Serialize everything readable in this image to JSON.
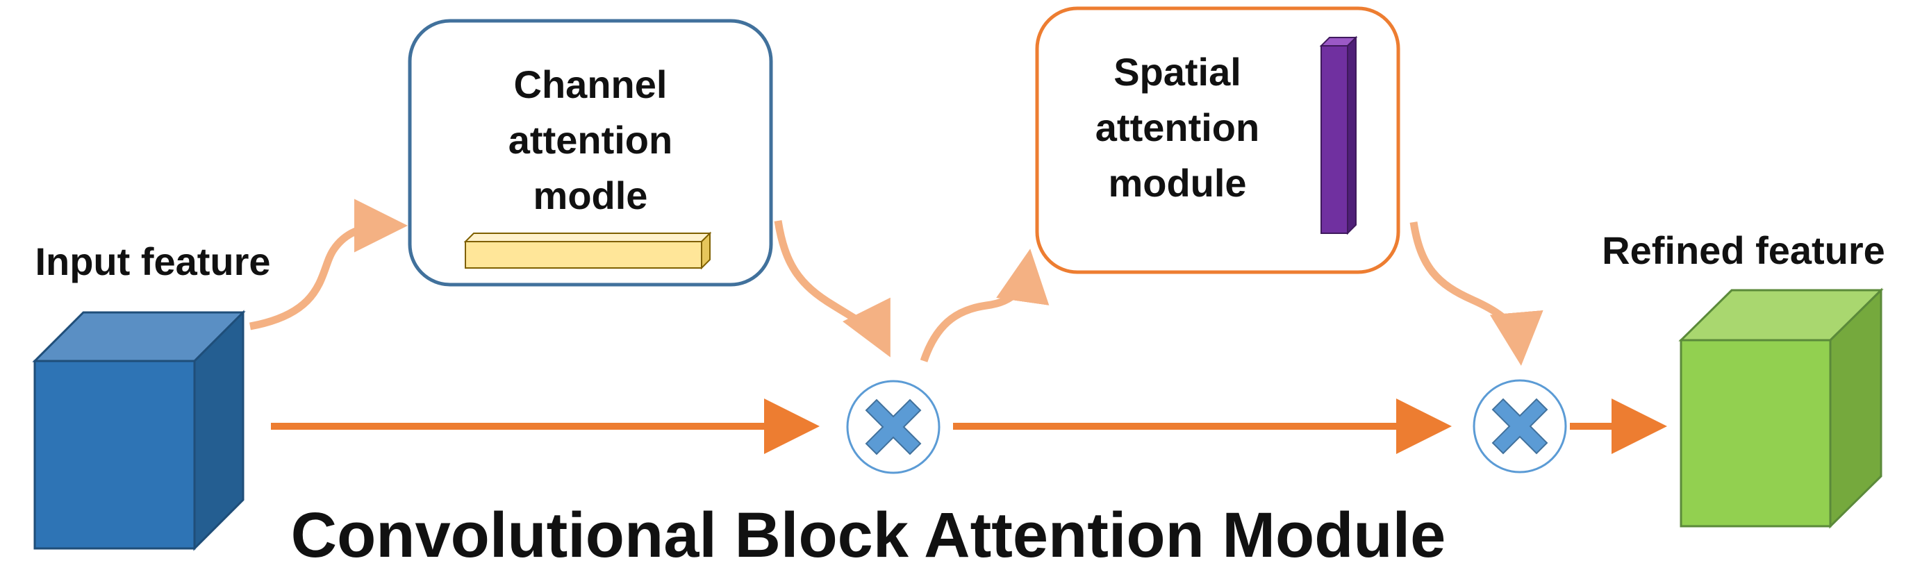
{
  "labels": {
    "input": "Input feature",
    "refined": "Refined feature",
    "title": "Convolutional Block Attention Module"
  },
  "modules": {
    "channel": {
      "lines": [
        "Channel",
        "attention",
        "modle"
      ]
    },
    "spatial": {
      "lines": [
        "Spatial",
        "attention",
        "module"
      ]
    }
  },
  "operators": {
    "multiply_1": "multiply-icon",
    "multiply_2": "multiply-icon"
  },
  "colors": {
    "input_cube": "#2e74b5",
    "refined_cube": "#92d050",
    "main_arrow": "#ed7d31",
    "branch_arrow": "#f4b183",
    "channel_border": "#41719c",
    "spatial_border": "#ed7d31",
    "channel_bar": "#ffe699",
    "spatial_bar": "#7030a0",
    "operator_fill": "#5b9bd5"
  }
}
